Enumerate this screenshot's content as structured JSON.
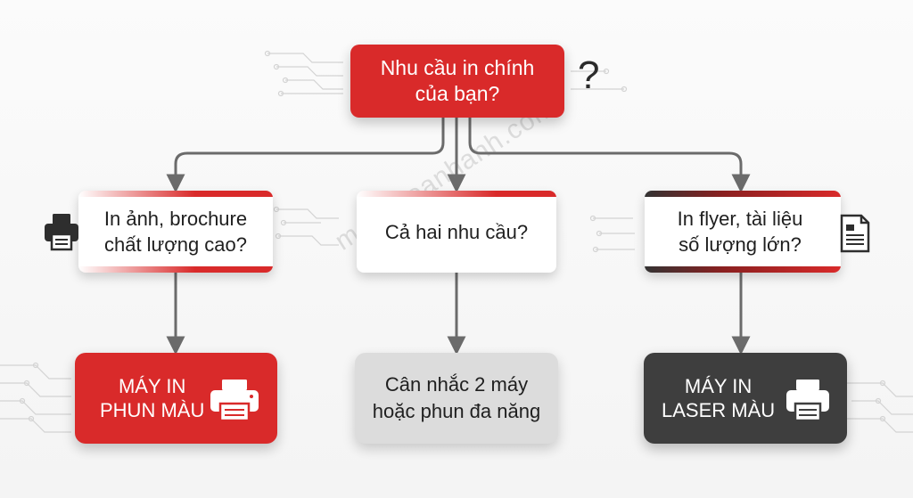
{
  "root": {
    "text": "Nhu cầu in chính\ncủa bạn?",
    "mark": "?"
  },
  "questions": [
    {
      "text": "In ảnh, brochure\nchất lượng cao?"
    },
    {
      "text": "Cả hai nhu cầu?"
    },
    {
      "text": "In flyer, tài liệu\nsố lượng lớn?"
    }
  ],
  "results": [
    {
      "text": "MÁY IN\nPHUN MÀU"
    },
    {
      "text": "Cân nhắc 2 máy\nhoặc phun đa năng"
    },
    {
      "text": "MÁY IN\nLASER MÀU"
    }
  ],
  "watermark": "mayintoanhanh.com",
  "colors": {
    "accent_red": "#d92a2a",
    "dark": "#3e3e3e",
    "neutral": "#dcdcdc",
    "arrow": "#6b6b6b"
  },
  "icons": [
    "printer-icon",
    "document-icon",
    "question-mark-icon"
  ]
}
